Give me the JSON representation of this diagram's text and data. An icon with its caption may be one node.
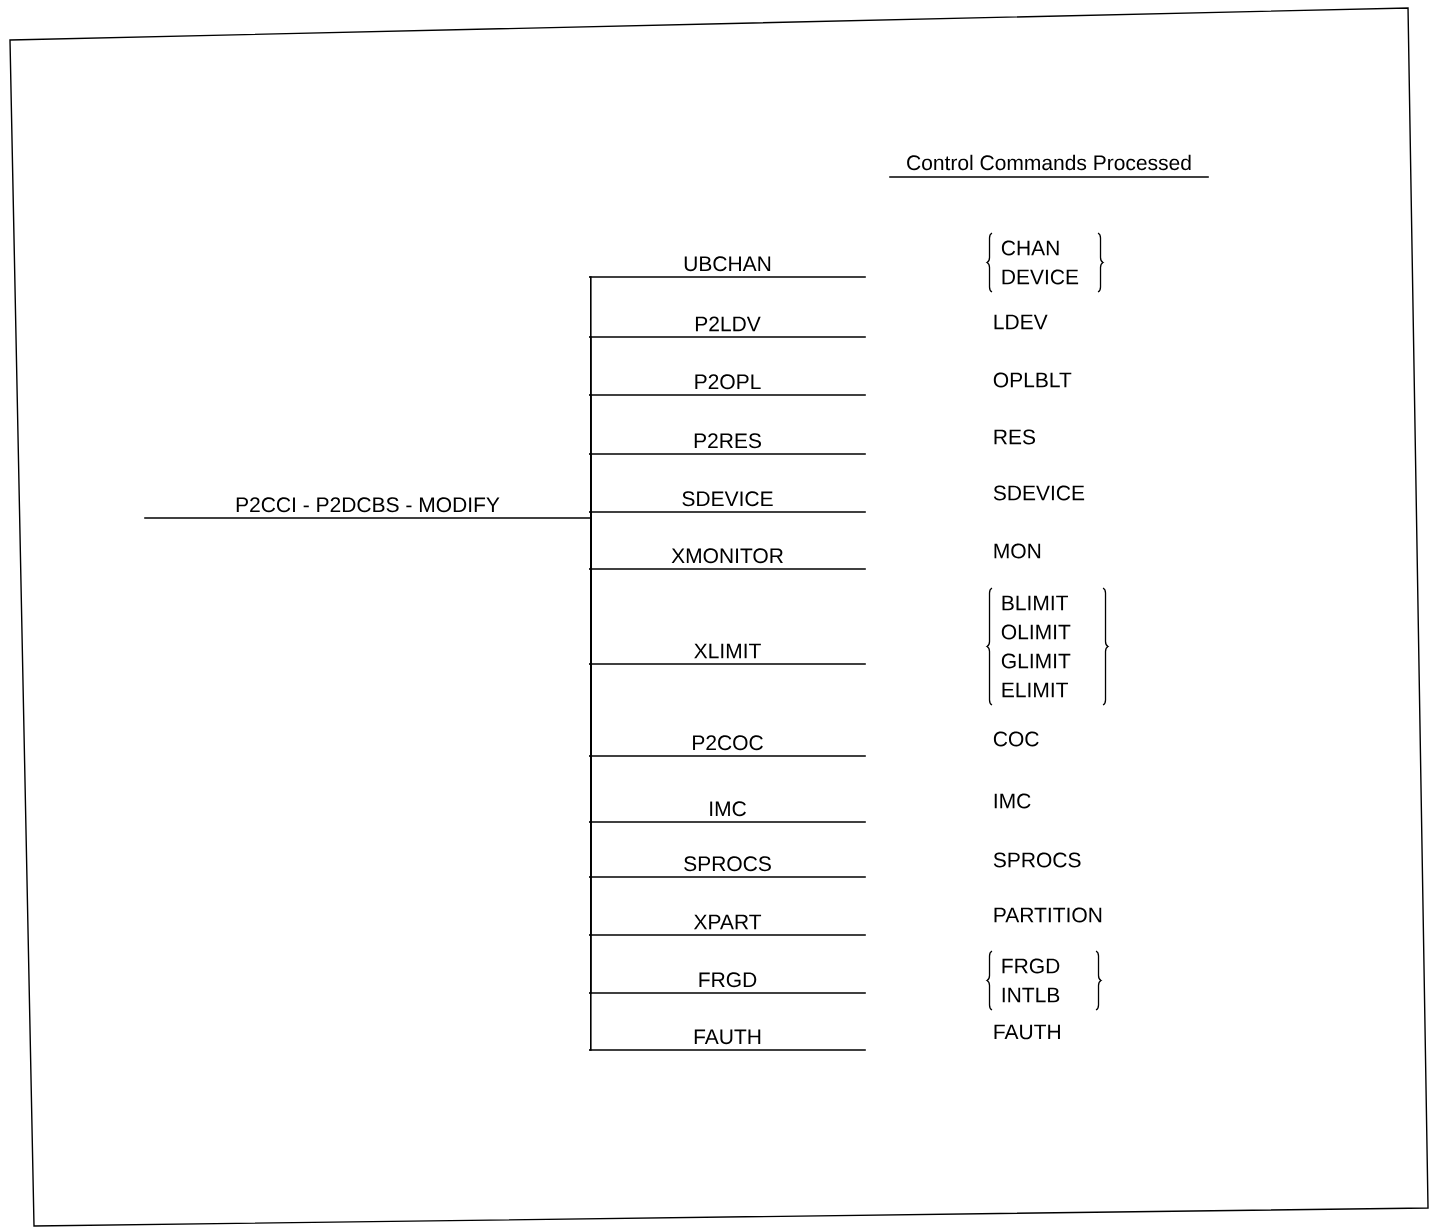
{
  "diagram": {
    "nodes": [
      {
        "text": [
          "P2CCI - P2DCBS - MODIFY"
        ]
      },
      {
        "text": [
          "UBCHAN"
        ]
      },
      {
        "text": [
          "P2LDV"
        ]
      },
      {
        "text": [
          "P2OPL"
        ]
      },
      {
        "text": [
          "P2RES"
        ]
      },
      {
        "text": [
          "SDEVICE"
        ]
      },
      {
        "text": [
          "XMONITOR"
        ]
      },
      {
        "text": [
          "XLIMIT"
        ]
      },
      {
        "text": [
          "P2COC"
        ]
      },
      {
        "text": [
          "IMC"
        ]
      },
      {
        "text": [
          "SPROCS"
        ]
      },
      {
        "text": [
          "XPART"
        ]
      },
      {
        "text": [
          "FRGD"
        ]
      },
      {
        "text": [
          "FAUTH"
        ]
      }
    ],
    "edges": [
      {
        "from": 0,
        "to": 1,
        "arrow": "none"
      },
      {
        "from": 0,
        "to": 2,
        "arrow": "none"
      },
      {
        "from": 0,
        "to": 3,
        "arrow": "none"
      },
      {
        "from": 0,
        "to": 4,
        "arrow": "none"
      },
      {
        "from": 0,
        "to": 5,
        "arrow": "none"
      },
      {
        "from": 0,
        "to": 6,
        "arrow": "none"
      },
      {
        "from": 0,
        "to": 7,
        "arrow": "none"
      },
      {
        "from": 0,
        "to": 8,
        "arrow": "none"
      },
      {
        "from": 0,
        "to": 9,
        "arrow": "none"
      },
      {
        "from": 0,
        "to": 10,
        "arrow": "none"
      },
      {
        "from": 0,
        "to": 11,
        "arrow": "none"
      },
      {
        "from": 0,
        "to": 12,
        "arrow": "none"
      },
      {
        "from": 0,
        "to": 13,
        "arrow": "none"
      }
    ],
    "labels": [
      "Control Commands Processed",
      "CHAN",
      "DEVICE",
      "LDEV",
      "OPLBLT",
      "RES",
      "SDEVICE",
      "MON",
      "BLIMIT",
      "OLIMIT",
      "GLIMIT",
      "ELIMIT",
      "COC",
      "IMC",
      "SPROCS",
      "PARTITION",
      "FRGD",
      "INTLB",
      "FAUTH"
    ]
  }
}
